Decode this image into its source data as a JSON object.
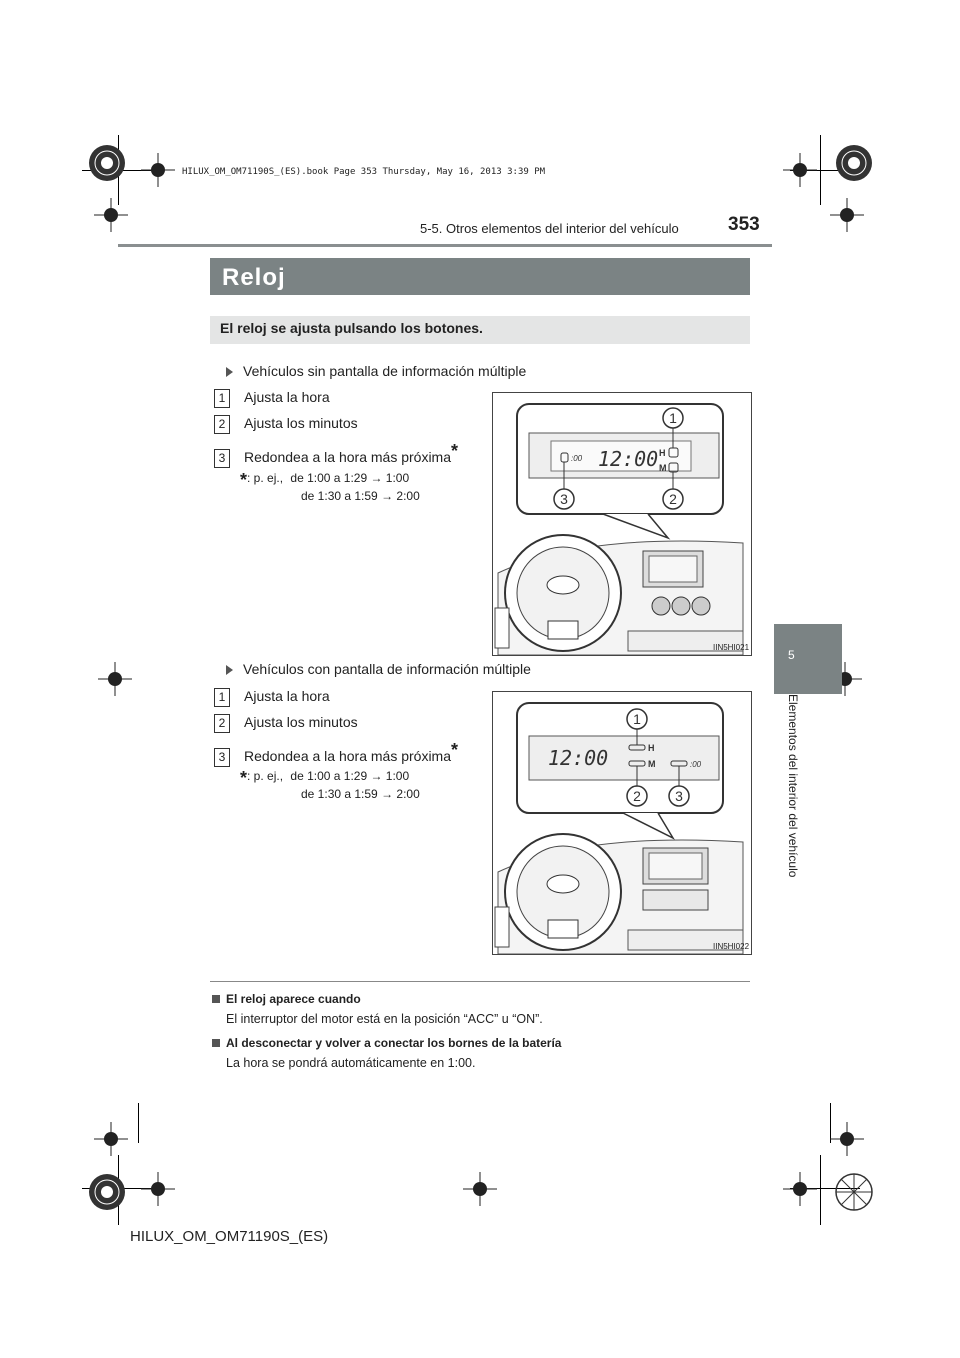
{
  "header": {
    "page_number": "353",
    "section": "5-5. Otros elementos del interior del vehículo",
    "book_info": "HILUX_OM_OM71190S_(ES).book  Page 353  Thursday, May 16, 2013  3:39 PM"
  },
  "title": "Reloj",
  "intro": "El reloj se ajusta pulsando los botones.",
  "side_tab": {
    "number": "5",
    "label": "Elementos del interior del vehículo"
  },
  "variant1": {
    "heading": "Vehículos sin pantalla de información múltiple",
    "items": [
      {
        "num": "1",
        "text": "Ajusta la hora"
      },
      {
        "num": "2",
        "text": "Ajusta los minutos"
      },
      {
        "num": "3",
        "text": "Redondea a la hora más próxima"
      }
    ],
    "star": "*",
    "note_prefix": ": p. ej.,",
    "note_line1": "de 1:00 a 1:29 → 1:00",
    "note_line2": "de 1:30 a 1:59 → 2:00",
    "figure": {
      "display_time": "12:00",
      "button_h": "H",
      "button_m": "M",
      "button_00": ":00",
      "callouts": [
        "1",
        "3",
        "2"
      ],
      "id": "IIN5HI021"
    }
  },
  "variant2": {
    "heading": "Vehículos con pantalla de información múltiple",
    "items": [
      {
        "num": "1",
        "text": "Ajusta la hora"
      },
      {
        "num": "2",
        "text": "Ajusta los minutos"
      },
      {
        "num": "3",
        "text": "Redondea a la hora más próxima"
      }
    ],
    "star": "*",
    "note_prefix": ": p. ej.,",
    "note_line1": "de 1:00 a 1:29 → 1:00",
    "note_line2": "de 1:30 a 1:59 → 2:00",
    "figure": {
      "display_time": "12:00",
      "button_h": "H",
      "button_m": "M",
      "button_00": ":00",
      "callouts": [
        "1",
        "2",
        "3"
      ],
      "id": "IIN5HI022"
    }
  },
  "notes": [
    {
      "heading": "El reloj aparece cuando",
      "body": "El interruptor del motor está en la posición “ACC” u “ON”."
    },
    {
      "heading": "Al desconectar y volver a conectar los bornes de la batería",
      "body": "La hora se pondrá automáticamente en 1:00."
    }
  ],
  "footer": "HILUX_OM_OM71190S_(ES)"
}
